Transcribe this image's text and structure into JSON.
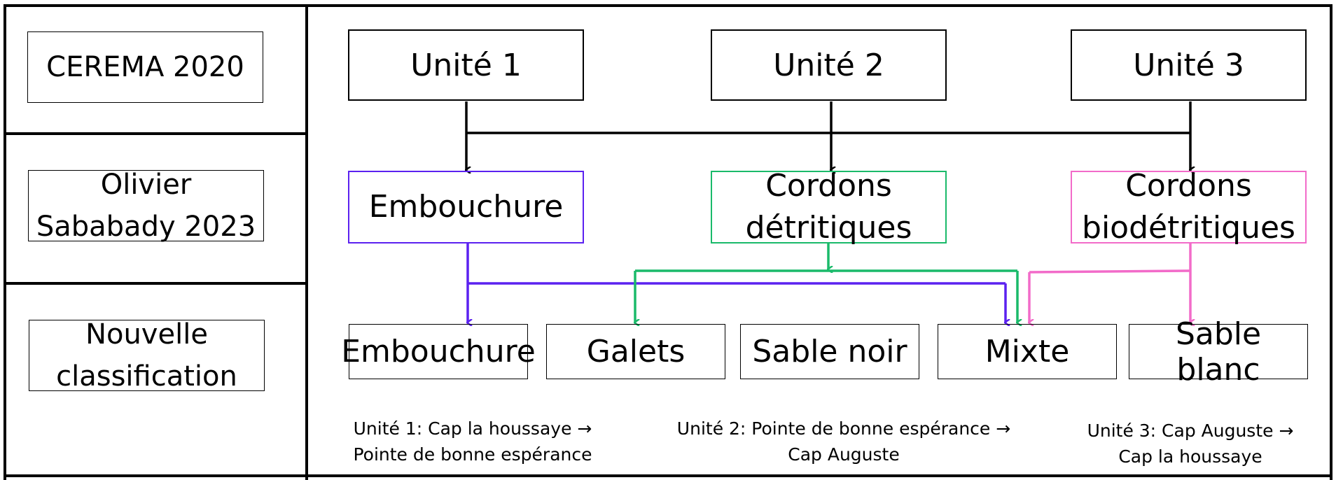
{
  "rows": {
    "row1_label": "CEREMA 2020",
    "row2_label": "Olivier Sababady 2023",
    "row3_label": "Nouvelle classification"
  },
  "units": {
    "u1": "Unité 1",
    "u2": "Unité 2",
    "u3": "Unité 3"
  },
  "sababady": {
    "embouchure": "Embouchure",
    "cordons_detritiques": "Cordons détritiques",
    "cordons_biodetritiques": "Cordons biodétritiques"
  },
  "nouvelle": {
    "embouchure": "Embouchure",
    "galets": "Galets",
    "sable_noir": "Sable noir",
    "mixte": "Mixte",
    "sable_blanc": "Sable blanc"
  },
  "notes": {
    "unite1": "Unité 1: Cap la houssaye → Pointe de bonne espérance",
    "unite2": "Unité 2: Pointe de bonne espérance → Cap Auguste",
    "unite3": "Unité 3: Cap Auguste → Cap la houssaye"
  },
  "colors": {
    "embouchure": "#5b21f0",
    "detritiques": "#1aba6a",
    "biodetritiques": "#f26bc9",
    "frame": "#000000"
  }
}
